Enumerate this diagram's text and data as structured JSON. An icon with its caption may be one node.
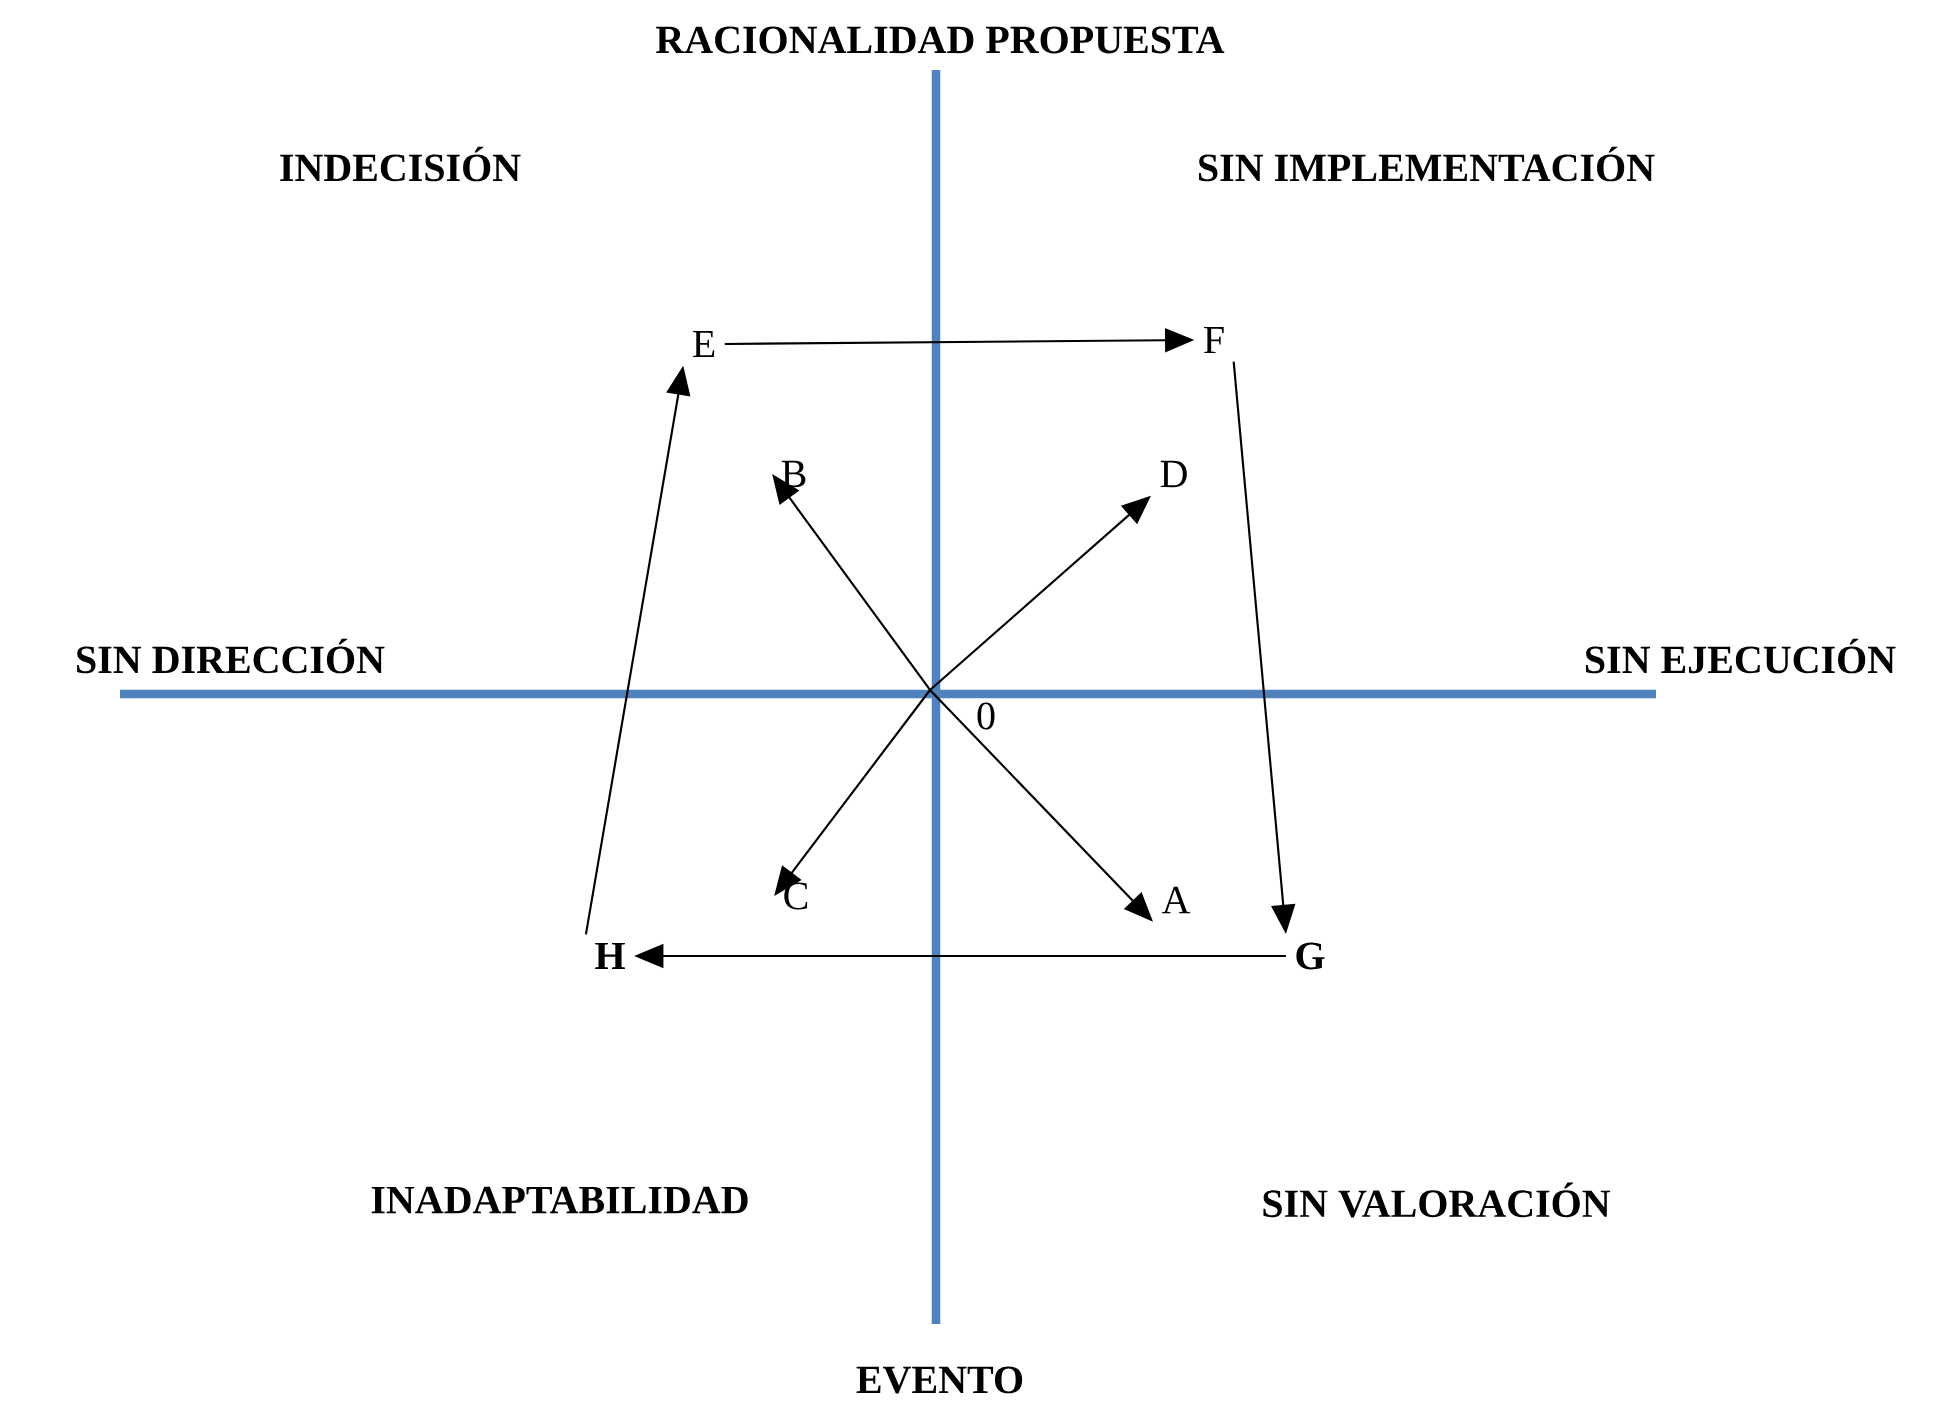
{
  "diagram": {
    "nodes": [
      {
        "text": [
          "E"
        ]
      },
      {
        "text": [
          "F"
        ]
      },
      {
        "text": [
          "B"
        ]
      },
      {
        "text": [
          "D"
        ]
      },
      {
        "text": [
          "C"
        ]
      },
      {
        "text": [
          "A"
        ]
      },
      {
        "text": [
          "H"
        ]
      },
      {
        "text": [
          "G"
        ]
      }
    ],
    "edges": [
      {
        "from": 0,
        "to": 1,
        "arrow": "to"
      },
      {
        "from": 1,
        "to": 7,
        "arrow": "to"
      },
      {
        "from": 7,
        "to": 6,
        "arrow": "to"
      },
      {
        "from": 6,
        "to": 0,
        "arrow": "to"
      },
      {
        "from": null,
        "to": 2,
        "arrow": "to"
      },
      {
        "from": null,
        "to": 3,
        "arrow": "to"
      },
      {
        "from": null,
        "to": 4,
        "arrow": "to"
      },
      {
        "from": null,
        "to": 5,
        "arrow": "to"
      }
    ],
    "labels": [
      "RACIONALIDAD PROPUESTA",
      "INDECISIÓN",
      "SIN IMPLEMENTACIÓN",
      "SIN DIRECCIÓN",
      "SIN EJECUCIÓN",
      "0",
      "INADAPTABILIDAD",
      "SIN VALORACIÓN",
      "EVENTO"
    ]
  }
}
